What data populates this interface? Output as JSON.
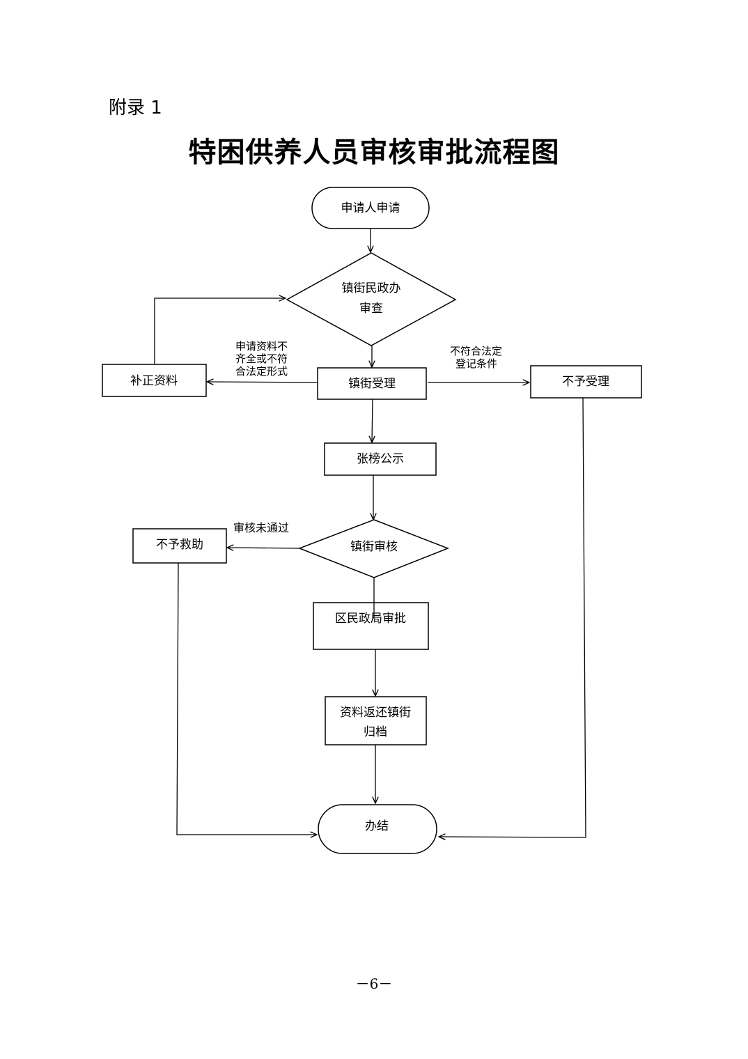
{
  "page": {
    "appendix_label": "附录 1",
    "title": "特困供养人员审核审批流程图",
    "page_number": "－6－"
  },
  "flowchart": {
    "nodes": {
      "apply": {
        "label": [
          "申请人申请"
        ],
        "shape": "terminal"
      },
      "review": {
        "label": [
          "镇街民政办",
          "审查"
        ],
        "shape": "decision"
      },
      "supplement": {
        "label": [
          "补正资料"
        ],
        "shape": "process"
      },
      "accept": {
        "label": [
          "镇街受理"
        ],
        "shape": "process"
      },
      "reject_accept": {
        "label": [
          "不予受理"
        ],
        "shape": "process"
      },
      "publicity": {
        "label": [
          "张榜公示"
        ],
        "shape": "process"
      },
      "town_audit": {
        "label": [
          "镇街审核"
        ],
        "shape": "decision"
      },
      "no_aid": {
        "label": [
          "不予救助"
        ],
        "shape": "process"
      },
      "district_approve": {
        "label": [
          "区民政局审批"
        ],
        "shape": "process"
      },
      "archive": {
        "label": [
          "资料返还镇街",
          "归档"
        ],
        "shape": "process"
      },
      "done": {
        "label": [
          "办结"
        ],
        "shape": "terminal"
      }
    },
    "edge_labels": {
      "incomplete": [
        "申请资料不",
        "齐全或不符",
        "合法定形式"
      ],
      "not_eligible": [
        "不符合法定",
        "登记条件"
      ],
      "audit_failed": [
        "审核未通过"
      ]
    }
  }
}
